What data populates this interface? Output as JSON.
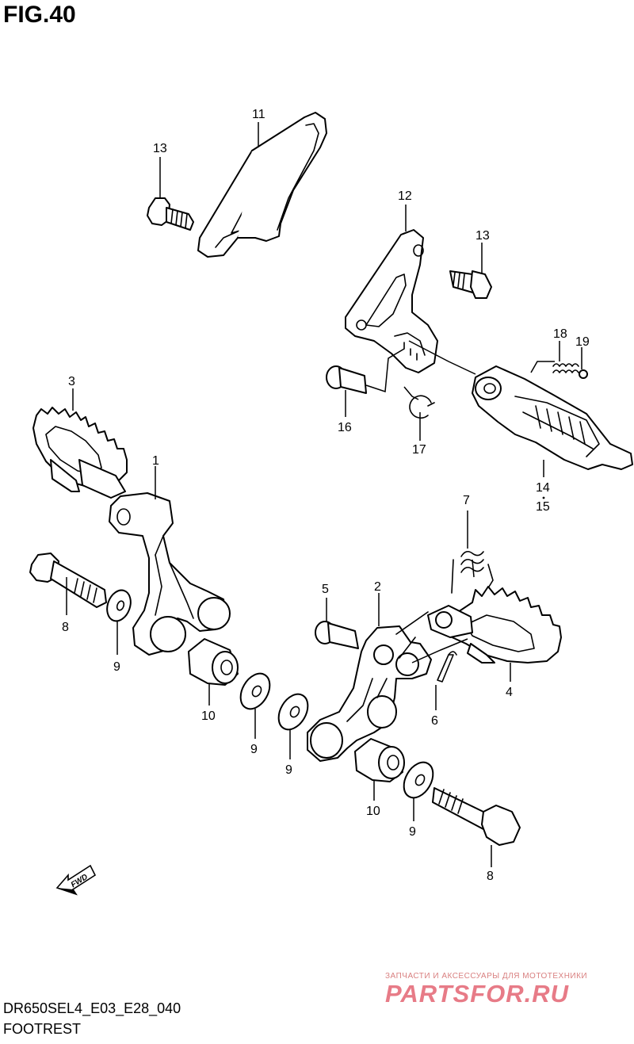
{
  "figure": {
    "title": "FIG.40",
    "code": "DR650SEL4_E03_E28_040",
    "name": "FOOTREST"
  },
  "fwd_label": "FWD",
  "watermark": {
    "tagline": "ЗАПЧАСТИ И АКСЕССУАРЫ ДЛЯ МОТОТЕХНИКИ",
    "logo": "PARTSFOR.RU"
  },
  "callouts": {
    "c1": "1",
    "c2": "2",
    "c3": "3",
    "c4": "4",
    "c5": "5",
    "c6": "6",
    "c7": "7",
    "c8a": "8",
    "c8b": "8",
    "c9a": "9",
    "c9b": "9",
    "c9c": "9",
    "c9d": "9",
    "c10a": "10",
    "c10b": "10",
    "c11": "11",
    "c12": "12",
    "c13a": "13",
    "c13b": "13",
    "c14": "14",
    "c15": "15",
    "c16": "16",
    "c17": "17",
    "c18": "18",
    "c19": "19"
  }
}
